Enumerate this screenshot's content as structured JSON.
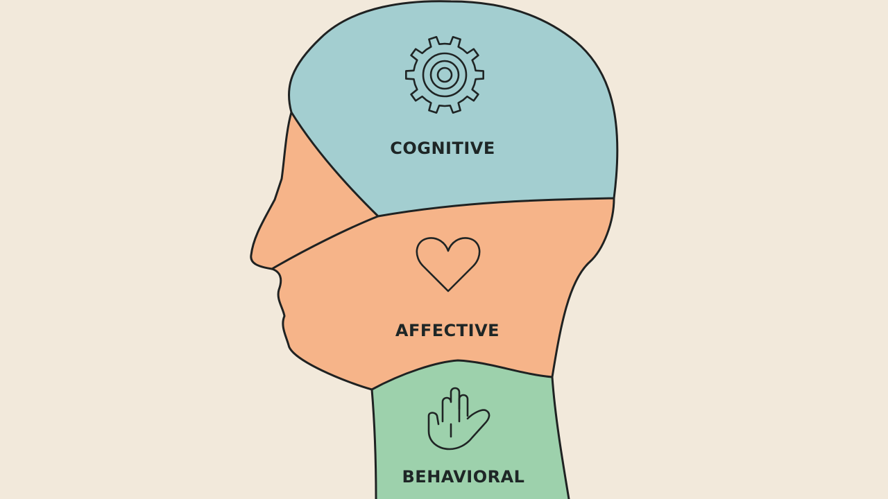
{
  "colors": {
    "background": "#f2e9db",
    "cognitive": "#a3ced0",
    "affective": "#f6b489",
    "behavioral": "#9dd1ac",
    "outline": "#1f2222",
    "text": "#1e2626"
  },
  "regions": [
    {
      "id": "cognitive",
      "label": "COGNITIVE",
      "icon": "gear-icon"
    },
    {
      "id": "affective",
      "label": "AFFECTIVE",
      "icon": "heart-icon"
    },
    {
      "id": "behavioral",
      "label": "BEHAVIORAL",
      "icon": "hand-icon"
    }
  ]
}
